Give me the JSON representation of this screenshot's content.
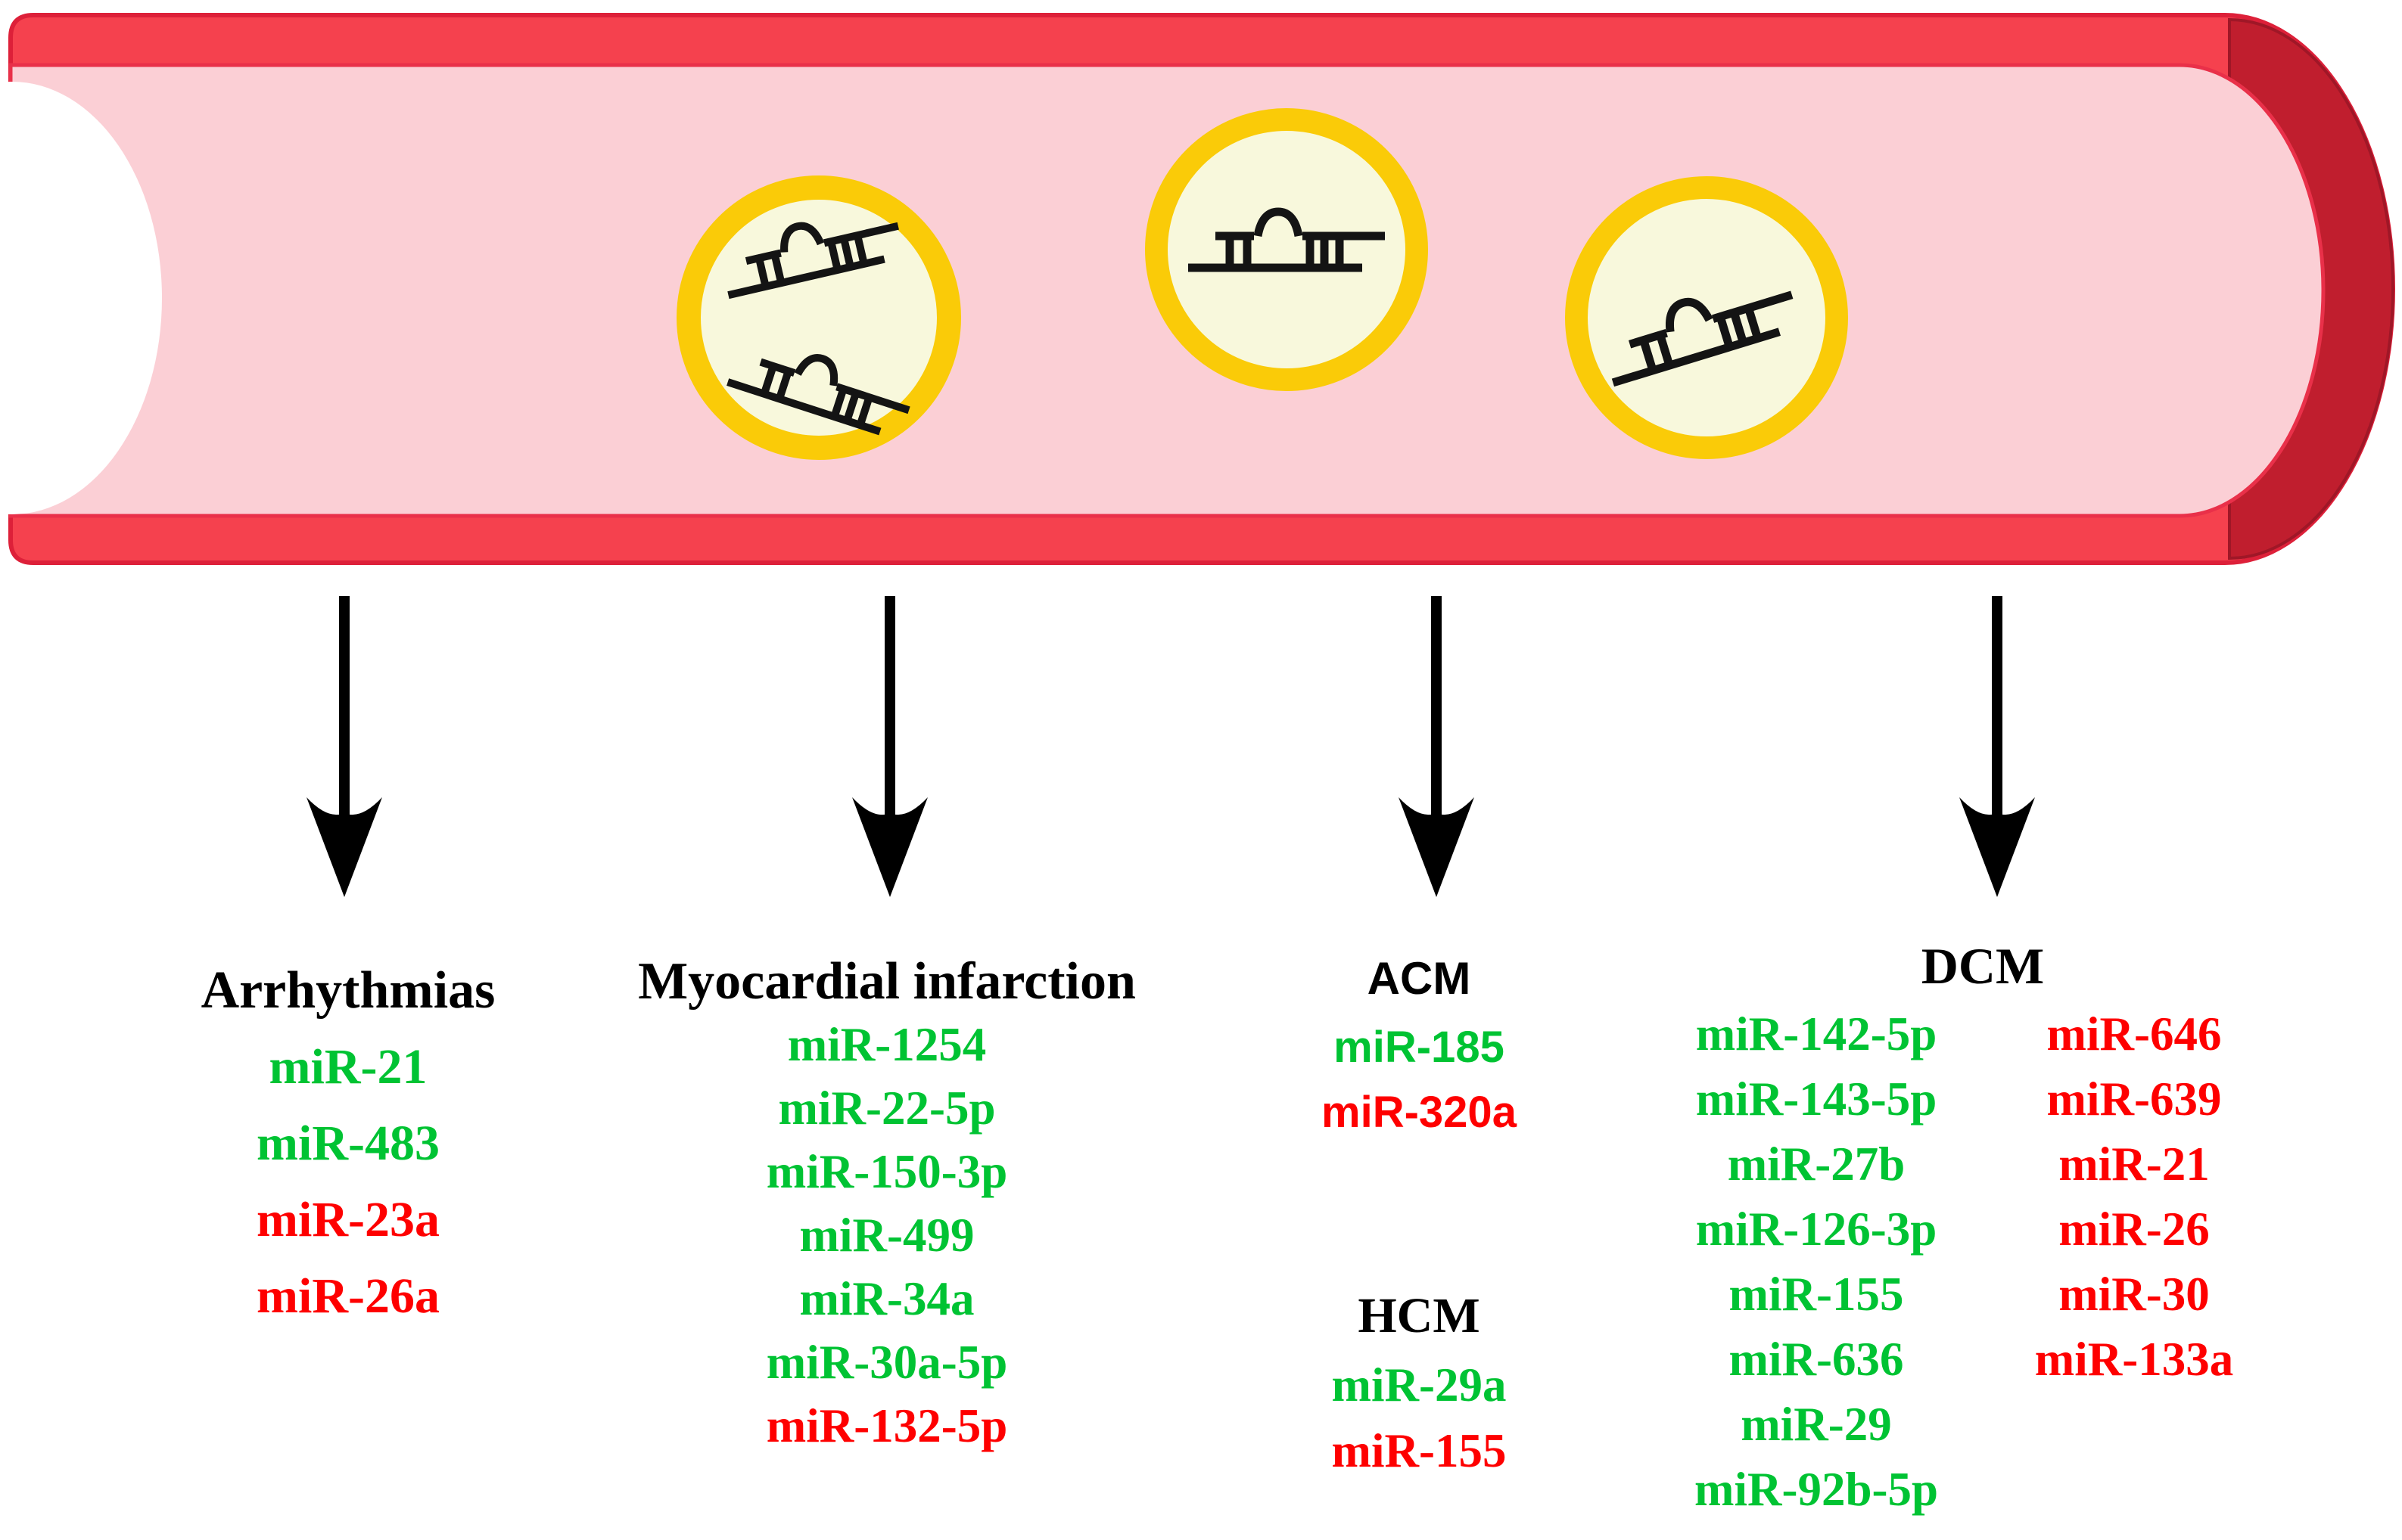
{
  "figure": {
    "palette": {
      "vessel_red": "#F5414E",
      "vessel_edge": "#DD2039",
      "vessel_cap": "#C01E2E",
      "vessel_cap_edge": "#9F1727",
      "vessel_pink": "#FBCFD5",
      "vessel_pink_edge": "#E93049",
      "lumen_white": "#FFFFFF",
      "vesicle_ring": "#FACB08",
      "vesicle_fill": "#F8F8DC",
      "mirna_stroke": "#141414",
      "arrow_black": "#000000",
      "title_black": "#000000",
      "mir_green": "#00C333",
      "mir_red": "#FE0000"
    },
    "vessel": {
      "vesicle_count": 3
    },
    "columns": {
      "arrhythmias": {
        "title": "Arrhythmias",
        "items": [
          {
            "label": "miR-21",
            "color": "green"
          },
          {
            "label": "miR-483",
            "color": "green"
          },
          {
            "label": "miR-23a",
            "color": "red"
          },
          {
            "label": "miR-26a",
            "color": "red"
          }
        ]
      },
      "mi": {
        "title": "Myocardial infarction",
        "items": [
          {
            "label": "miR-1254",
            "color": "green"
          },
          {
            "label": "miR-22-5p",
            "color": "green"
          },
          {
            "label": "miR-150-3p",
            "color": "green"
          },
          {
            "label": "miR-499",
            "color": "green"
          },
          {
            "label": "miR-34a",
            "color": "green"
          },
          {
            "label": "miR-30a-5p",
            "color": "green"
          },
          {
            "label": "miR-132-5p",
            "color": "red"
          }
        ]
      },
      "acm": {
        "title": "ACM",
        "items": [
          {
            "label": "miR-185",
            "color": "green"
          },
          {
            "label": "miR-320a",
            "color": "red"
          }
        ]
      },
      "hcm": {
        "title": "HCM",
        "items": [
          {
            "label": "miR-29a",
            "color": "green"
          },
          {
            "label": "miR-155",
            "color": "red"
          }
        ]
      },
      "dcm": {
        "title": "DCM",
        "up_items": [
          {
            "label": "miR-142-5p",
            "color": "green"
          },
          {
            "label": "miR-143-5p",
            "color": "green"
          },
          {
            "label": "miR-27b",
            "color": "green"
          },
          {
            "label": "miR-126-3p",
            "color": "green"
          },
          {
            "label": "miR-155",
            "color": "green"
          },
          {
            "label": "miR-636",
            "color": "green"
          },
          {
            "label": "miR-29",
            "color": "green"
          },
          {
            "label": "miR-92b-5p",
            "color": "green"
          }
        ],
        "down_items": [
          {
            "label": "miR-646",
            "color": "red"
          },
          {
            "label": "miR-639",
            "color": "red"
          },
          {
            "label": "miR-21",
            "color": "red"
          },
          {
            "label": "miR-26",
            "color": "red"
          },
          {
            "label": "miR-30",
            "color": "red"
          },
          {
            "label": "miR-133a",
            "color": "red"
          }
        ]
      }
    }
  }
}
